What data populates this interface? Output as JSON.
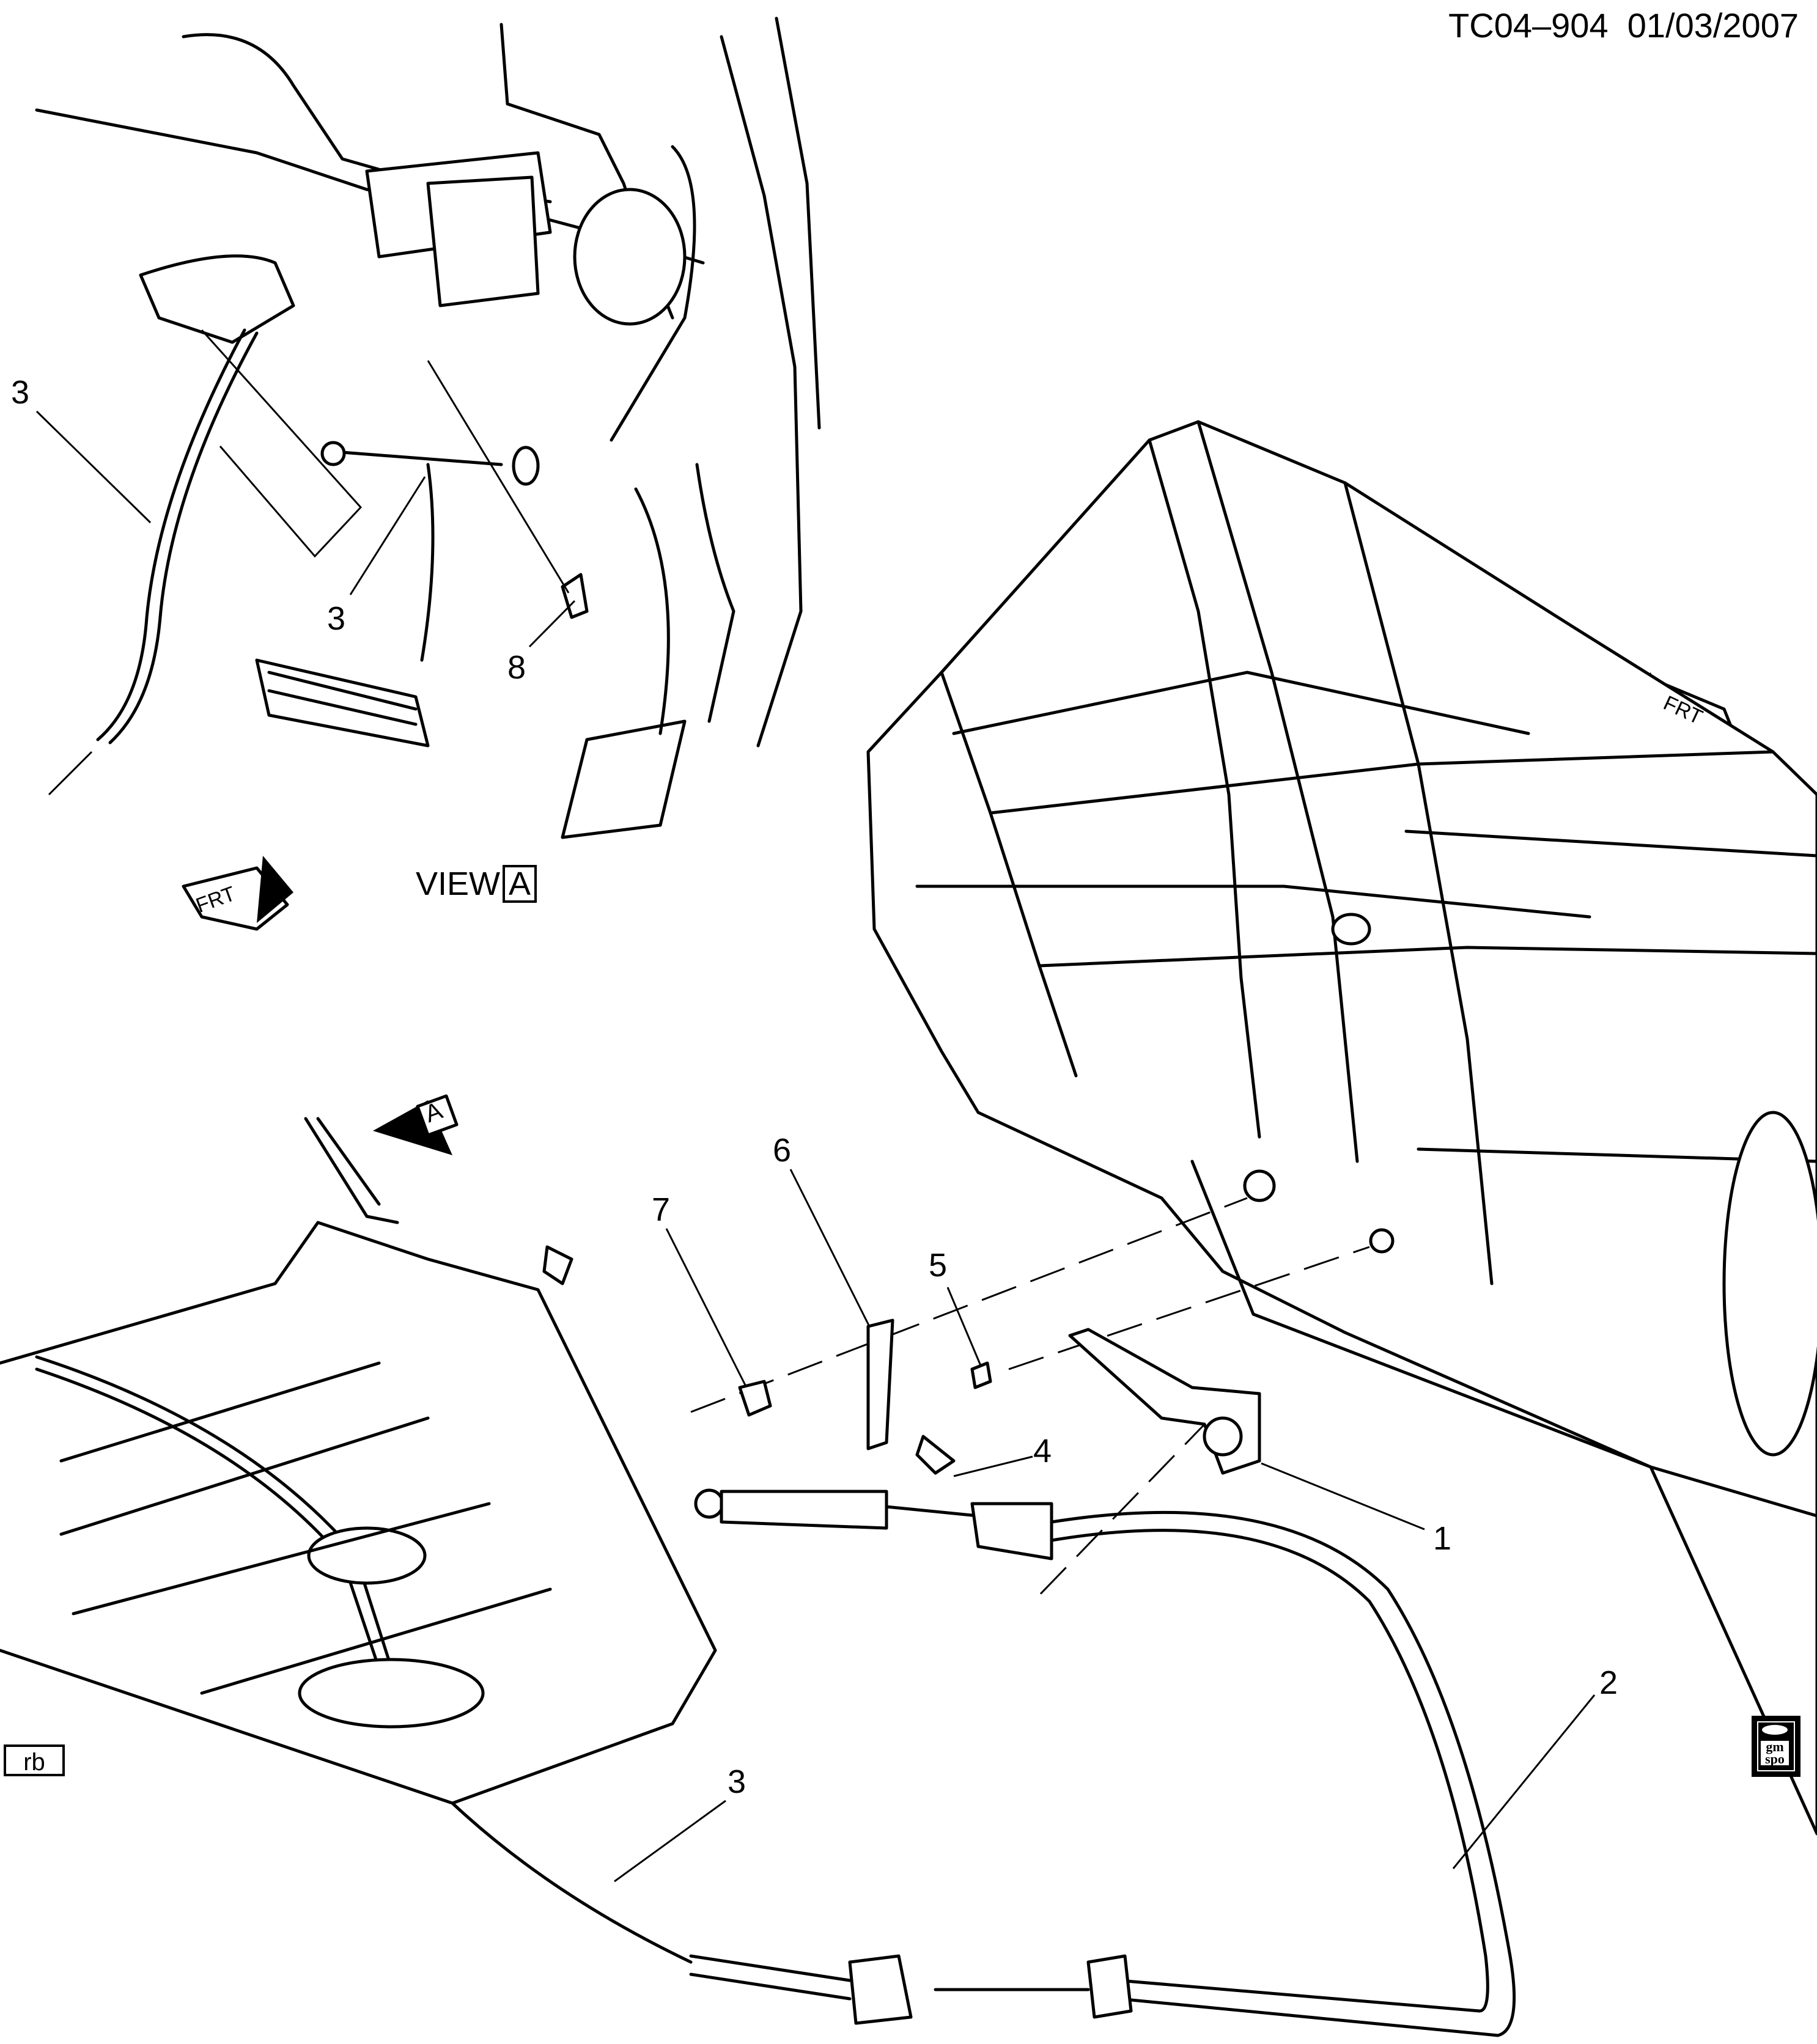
{
  "header": {
    "drawing_id": "TC04–904",
    "date": "01/03/2007"
  },
  "view_label": {
    "text": "VIEW",
    "ref": "A"
  },
  "view_arrow": {
    "ref": "A"
  },
  "front_indicators": [
    "FRT",
    "FRT"
  ],
  "callouts": [
    "3",
    "3",
    "8",
    "7",
    "6",
    "5",
    "4",
    "1",
    "2",
    "3"
  ],
  "footer": {
    "author_initials": "rb",
    "logo_text_top": "gm",
    "logo_text_bottom": "spo"
  }
}
